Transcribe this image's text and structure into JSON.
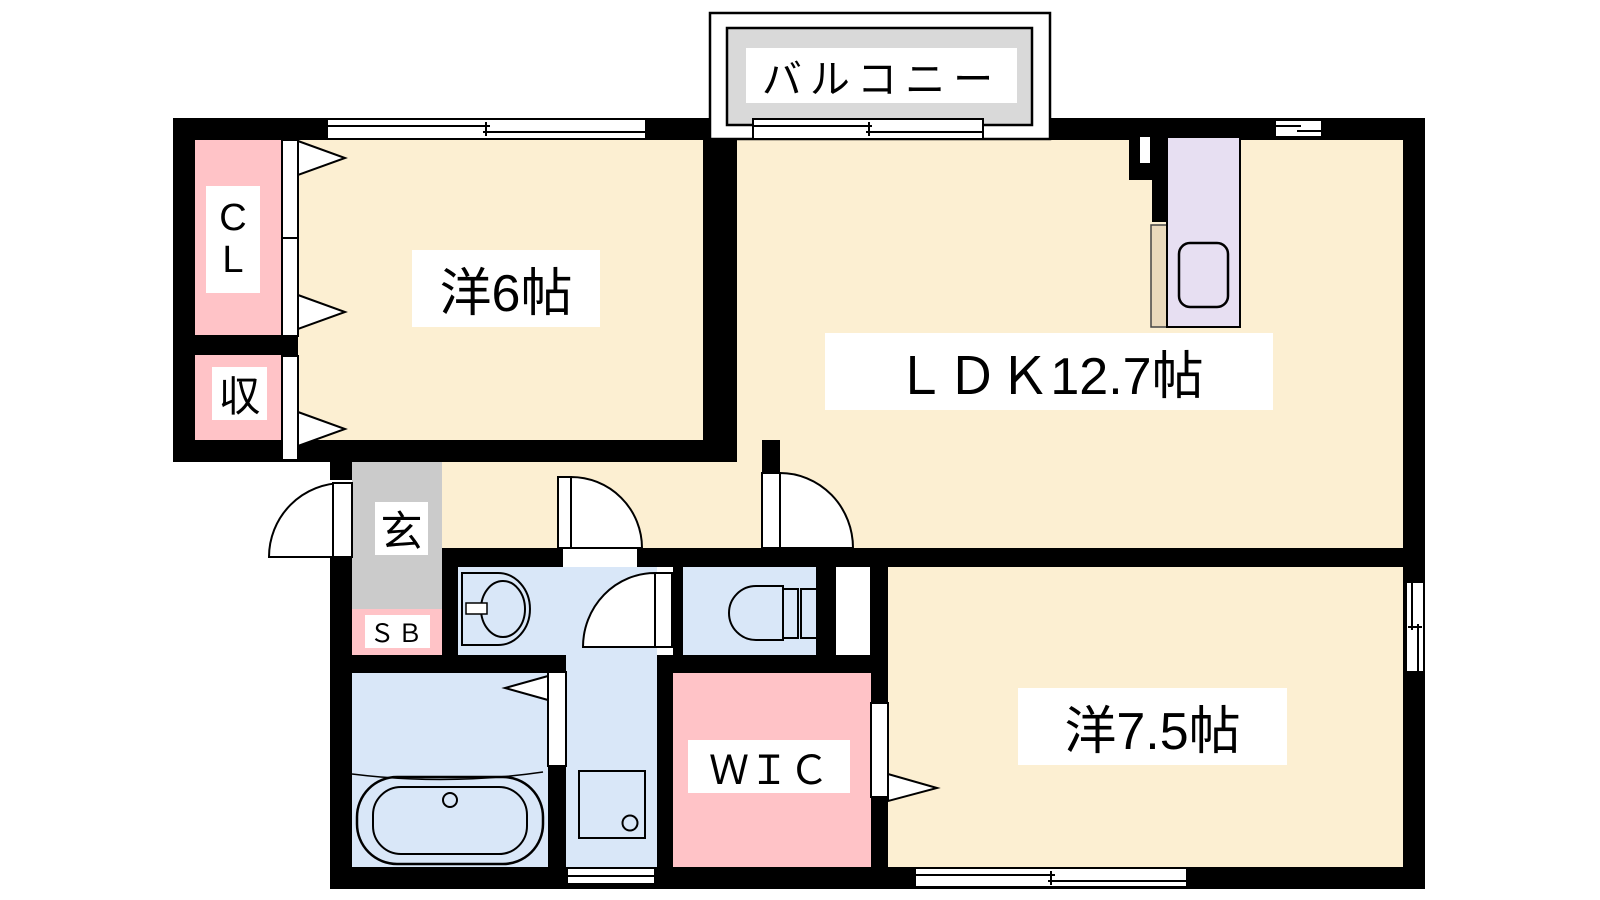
{
  "title": "2LDK apartment floor plan",
  "colors": {
    "wall": "#000000",
    "floor_cream": "#FCEFD2",
    "closet_pink": "#FFC3C7",
    "wet_area_blue": "#D9E7F8",
    "genkan_gray": "#CBCBCB",
    "balcony_gray": "#D9D9D9",
    "kitchen_lavender": "#E7DFF2",
    "counter_tan": "#EAD9BC",
    "label_bg": "#FFFFFF",
    "label_text": "#000000"
  },
  "balcony": {
    "label": "バルコニー"
  },
  "rooms": {
    "bedroom6": {
      "label": "洋6帖",
      "type": "western room",
      "size_jo": "6"
    },
    "ldk": {
      "label": "ＬＤＫ12.7帖",
      "type": "living dining kitchen",
      "size_jo": "12.7"
    },
    "bedroom75": {
      "label": "洋7.5帖",
      "type": "western room",
      "size_jo": "7.5"
    },
    "wic": {
      "label": "ＷＩＣ",
      "type": "walk-in closet"
    },
    "closet_cl": {
      "line1": "C",
      "line2": "L",
      "type": "closet"
    },
    "storage": {
      "label": "収",
      "type": "storage"
    },
    "genkan": {
      "label": "玄",
      "type": "entrance"
    },
    "shoebox": {
      "label": "ＳＢ",
      "type": "shoe box"
    }
  },
  "fixtures": [
    "kitchen-counter-with-sink",
    "bathtub",
    "washroom-vanity-sink",
    "toilet",
    "washing-machine-pan"
  ],
  "openings": [
    "entrance-swing-door",
    "washroom-swing-door",
    "ldk-swing-door",
    "toilet-swing-door",
    "bathroom-folding-door",
    "wic-folding-door",
    "closet-folding-door",
    "storage-folding-door",
    "bedroom75-sliding-door",
    "balcony-sliding-window",
    "bedroom6-sliding-window",
    "kitchen-small-window",
    "bedroom75-side-window",
    "bedroom75-bottom-window",
    "corridor-bottom-window"
  ]
}
